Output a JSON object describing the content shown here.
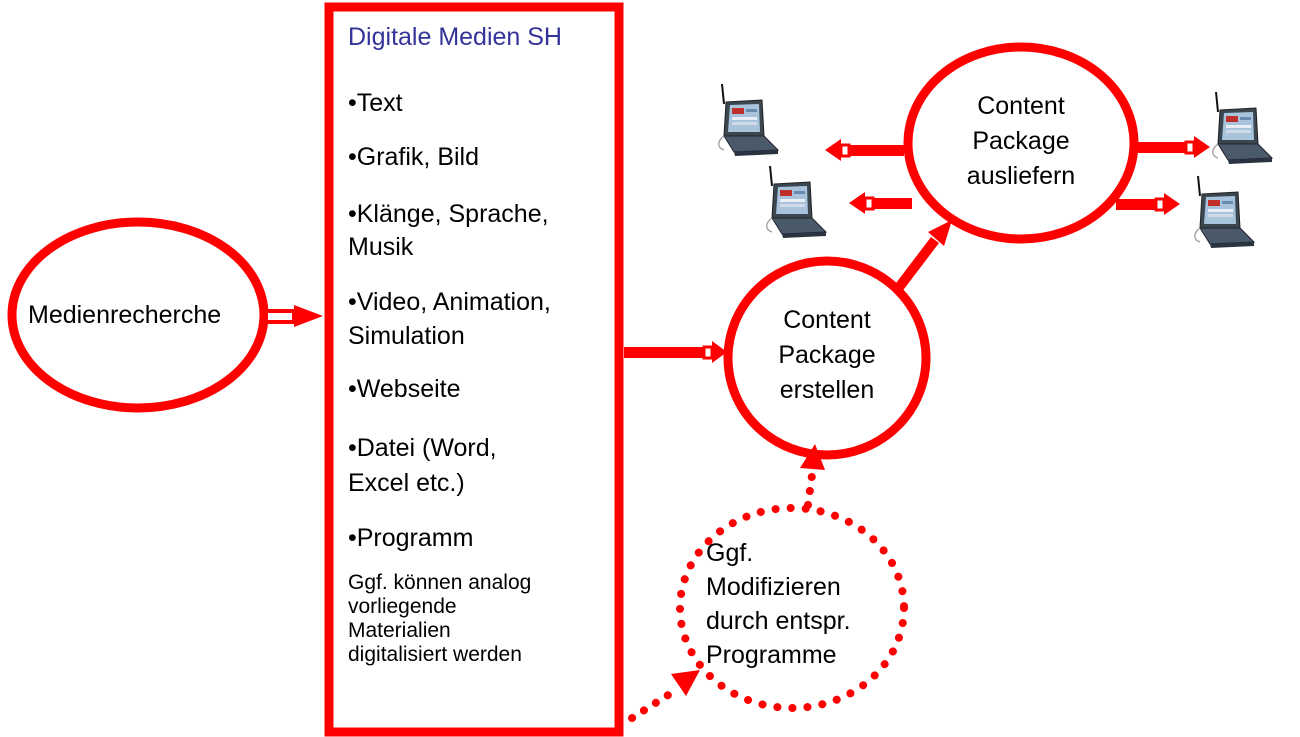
{
  "diagram": {
    "colors": {
      "accent": "#ff0000",
      "title": "#33339a",
      "text": "#000000"
    },
    "recherche": {
      "label": "Medienrecherche"
    },
    "media_box": {
      "title": "Digitale Medien SH",
      "items": [
        {
          "line1": "•Text",
          "line2": ""
        },
        {
          "line1": "•Grafik, Bild",
          "line2": ""
        },
        {
          "line1": "•Klänge, Sprache,",
          "line2": "Musik"
        },
        {
          "line1": "•Video, Animation,",
          "line2": "Simulation"
        },
        {
          "line1": "•Webseite",
          "line2": ""
        },
        {
          "line1": "•Datei (Word,",
          "line2": "Excel etc.)"
        },
        {
          "line1": "•Programm",
          "line2": ""
        }
      ],
      "note": [
        "Ggf. können analog",
        "vorliegende",
        "Materialien",
        "digitalisiert werden"
      ]
    },
    "create": {
      "lines": [
        "Content",
        "Package",
        "erstellen"
      ]
    },
    "deliver": {
      "lines": [
        "Content",
        "Package",
        "ausliefern"
      ]
    },
    "modify": {
      "lines": [
        "Ggf.",
        "Modifizieren",
        "durch entspr.",
        "Programme"
      ]
    },
    "icons": [
      "laptop-icon",
      "laptop-icon",
      "laptop-icon",
      "laptop-icon"
    ]
  }
}
